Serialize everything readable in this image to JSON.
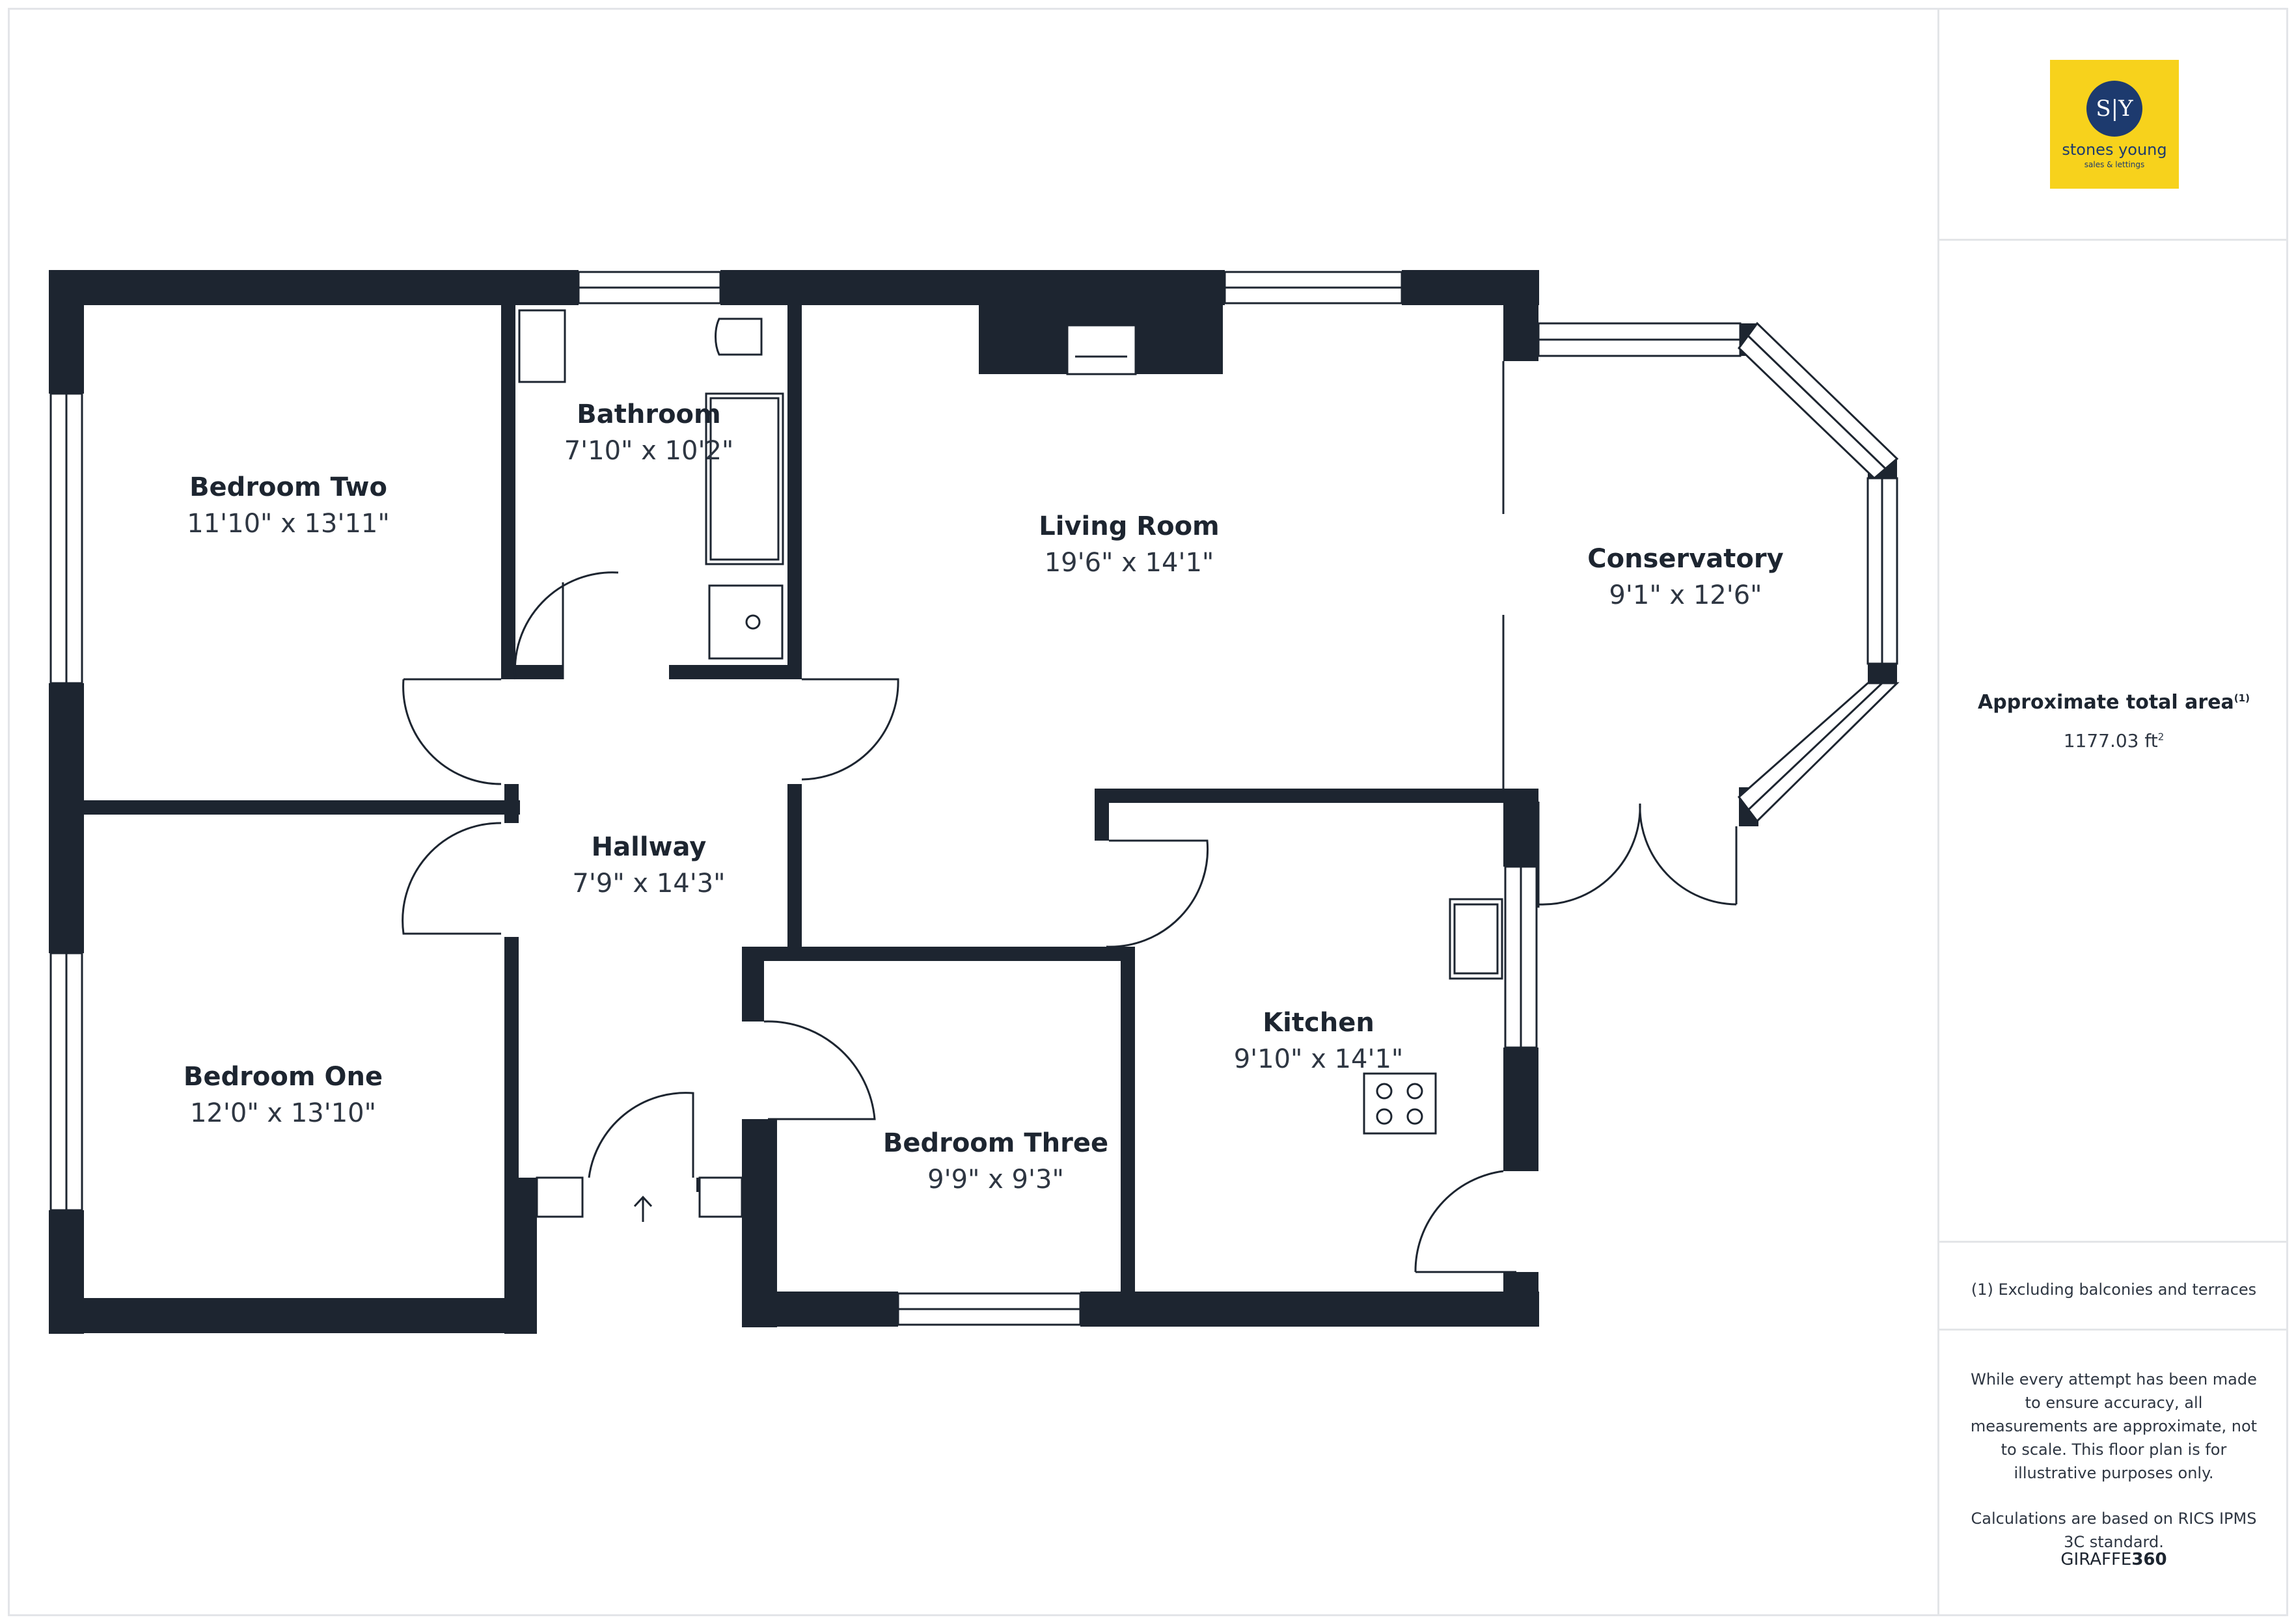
{
  "floorplan": {
    "rooms": [
      {
        "name": "Bedroom Two",
        "dimensions": "11'10\" x 13'11\""
      },
      {
        "name": "Bathroom",
        "dimensions": "7'10\" x 10'2\""
      },
      {
        "name": "Living Room",
        "dimensions": "19'6\" x 14'1\""
      },
      {
        "name": "Conservatory",
        "dimensions": "9'1\" x 12'6\""
      },
      {
        "name": "Hallway",
        "dimensions": "7'9\" x 14'3\""
      },
      {
        "name": "Kitchen",
        "dimensions": "9'10\" x 14'1\""
      },
      {
        "name": "Bedroom One",
        "dimensions": "12'0\" x 13'10\""
      },
      {
        "name": "Bedroom Three",
        "dimensions": "9'9\" x 9'3\""
      }
    ],
    "wall_color": "#1d2530"
  },
  "sidebar": {
    "logo": {
      "monogram": "S|Y",
      "name": "stones young",
      "tagline": "sales & lettings",
      "background": "#f7d21c",
      "accent": "#1d3a6e"
    },
    "area_label": "Approximate total area",
    "area_label_note": "(1)",
    "area_value": "1177.03 ft",
    "area_unit_sup": "2",
    "footnote": "(1) Excluding balconies and terraces",
    "disclaimer_1": "While every attempt has been made to ensure accuracy, all measurements are approximate, not to scale. This floor plan is for illustrative purposes only.",
    "disclaimer_2": "Calculations are based on RICS IPMS 3C standard.",
    "brand_prefix": "GIRAFFE",
    "brand_suffix": "360"
  }
}
